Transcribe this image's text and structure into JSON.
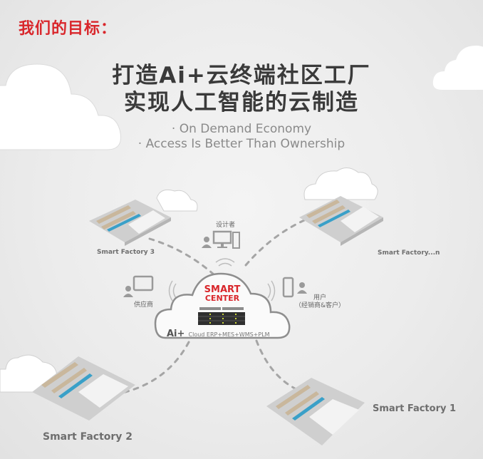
{
  "header": {
    "goal_label": "我们的目标：",
    "headline_line1": "打造Ai+云终端社区工厂",
    "headline_line2": "实现人工智能的云制造",
    "subtitle_line1": "· On Demand Economy",
    "subtitle_line2": "· Access Is Better Than Ownership"
  },
  "center": {
    "brand_line1": "SMART",
    "brand_line2": "CENTER",
    "prefix": "Ai+",
    "services": "Cloud ERP+MES+WMS+PLM",
    "brand_color": "#d9262b"
  },
  "roles": {
    "designer": "设计者",
    "supplier": "供应商",
    "user": "用户",
    "user_detail": "（经销商&客户）"
  },
  "factories": [
    {
      "label": "Smart Factory 3"
    },
    {
      "label": "Smart Factory...n"
    },
    {
      "label": "Smart Factory 2"
    },
    {
      "label": "Smart Factory 1"
    }
  ],
  "colors": {
    "title_red": "#d9262b",
    "headline_gray": "#3a3a3a",
    "subtitle_gray": "#8a8a8a",
    "dash_gray": "#9a9a9a",
    "rack_blue": "#3aa0c8"
  }
}
